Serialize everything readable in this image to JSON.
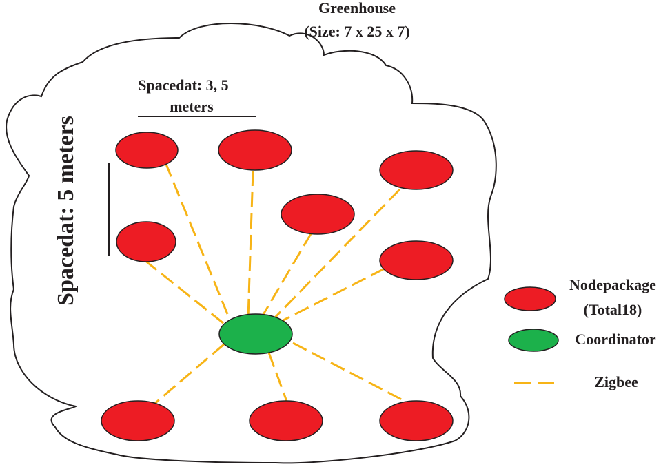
{
  "title": {
    "line1": "Greenhouse",
    "line2": "(Size: 7 x 25 x 7)"
  },
  "horizontal_spacing": {
    "line1": "Spacedat: 3, 5",
    "line2": "meters"
  },
  "vertical_spacing": "Spacedat: 5 meters",
  "legend": {
    "node_label_line1": "Nodepackage",
    "node_label_line2": "(Total18)",
    "coordinator_label": "Coordinator",
    "zigbee_label": "Zigbee"
  },
  "colors": {
    "node": "#ed1c24",
    "coordinator": "#1cb14b",
    "zigbee_link": "#f7b416",
    "outline": "#231f20"
  }
}
